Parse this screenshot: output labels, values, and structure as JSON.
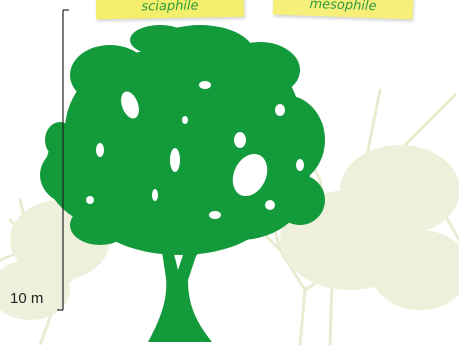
{
  "tags": {
    "left": "sciaphile",
    "right": "mésophile"
  },
  "scale": {
    "label": "10 m"
  },
  "colors": {
    "tree": "#139a3a",
    "background_trees": "#e9ecd2",
    "tag_background": "#f3ef6c",
    "tag_text": "#2e9a3e",
    "scale_bar": "#222222"
  }
}
